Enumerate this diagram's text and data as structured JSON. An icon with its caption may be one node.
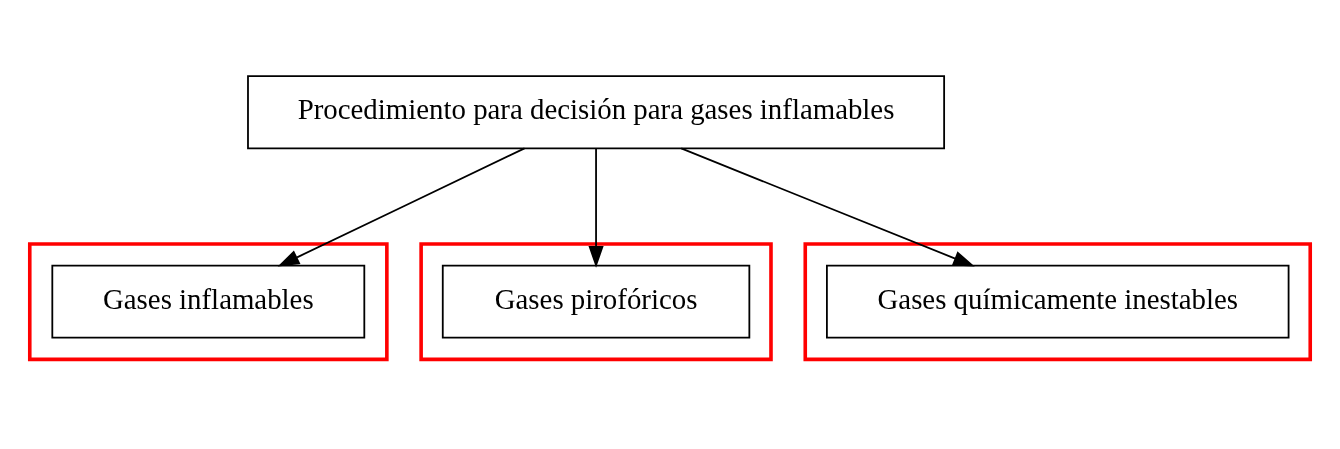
{
  "diagram": {
    "nodes": [
      {
        "text": [
          "Procedimiento para decisión para gases inflamables"
        ]
      },
      {
        "text": [],
        "shape": "box"
      },
      {
        "text": [
          "Gases inflamables"
        ],
        "in": 1
      },
      {
        "text": [],
        "shape": "box"
      },
      {
        "text": [
          "Gases pirofóricos"
        ],
        "in": 3
      },
      {
        "text": [],
        "shape": "box"
      },
      {
        "text": [
          "Gases químicamente inestables"
        ],
        "in": 5
      }
    ],
    "edges": [
      {
        "from": 0,
        "to": 2,
        "arrow": "to"
      },
      {
        "from": 0,
        "to": 6,
        "arrow": "to"
      },
      {
        "from": 0,
        "to": 4,
        "arrow": "to"
      }
    ]
  }
}
